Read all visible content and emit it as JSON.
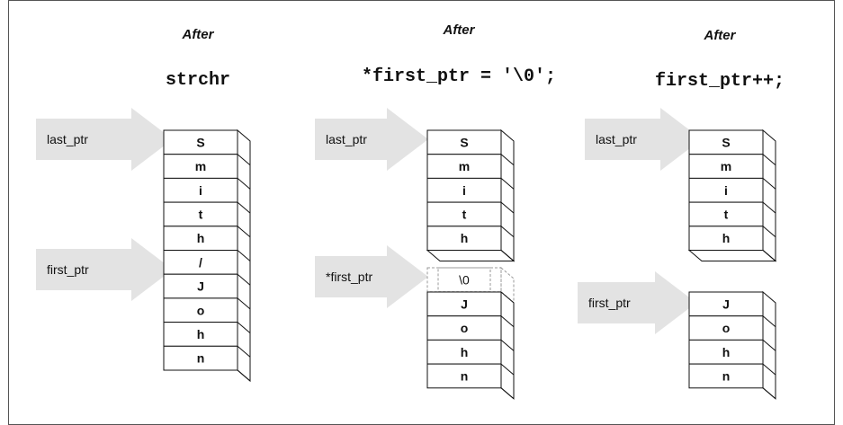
{
  "panels": [
    {
      "heading": "After",
      "code": "strchr",
      "block1": [
        "S",
        "m",
        "i",
        "t",
        "h",
        "/",
        "J",
        "o",
        "h",
        "n"
      ],
      "pointers": [
        {
          "label": "last_ptr"
        },
        {
          "label": "first_ptr"
        }
      ]
    },
    {
      "heading": "After",
      "code": "*first_ptr = '\\0';",
      "block1": [
        "S",
        "m",
        "i",
        "t",
        "h"
      ],
      "null_cell": "\\0",
      "block2": [
        "J",
        "o",
        "h",
        "n"
      ],
      "pointers": [
        {
          "label": "last_ptr"
        },
        {
          "label": "*first_ptr"
        }
      ]
    },
    {
      "heading": "After",
      "code": "first_ptr++;",
      "block1": [
        "S",
        "m",
        "i",
        "t",
        "h"
      ],
      "block2": [
        "J",
        "o",
        "h",
        "n"
      ],
      "pointers": [
        {
          "label": "last_ptr"
        },
        {
          "label": "first_ptr"
        }
      ]
    }
  ]
}
